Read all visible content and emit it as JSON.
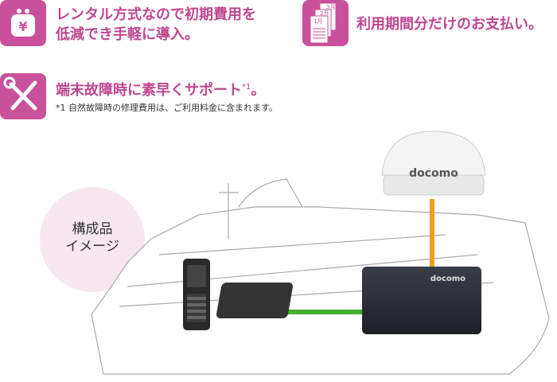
{
  "features": [
    {
      "line1": "レンタル方式なので初期費用を",
      "line2": "低減でき手軽に導入。",
      "icon": "yen-purse-icon"
    },
    {
      "text": "利用期間分だけのお支払い。",
      "icon": "calendar-icon",
      "calendar_labels": [
        "3月",
        "2月",
        "1月"
      ]
    },
    {
      "text": "端末故障時に素早くサポート",
      "sup": "*1",
      "tail": "。",
      "icon": "tools-icon"
    }
  ],
  "footnote": "*1 自然故障時の修理費用は、ご利用料金に含まれます。",
  "image_label": {
    "line1": "構成品",
    "line2": "イメージ"
  },
  "brand": "docomo",
  "colors": {
    "accent": "#c9519b",
    "orange_cable": "#f0a020",
    "green_cable": "#44b030"
  }
}
